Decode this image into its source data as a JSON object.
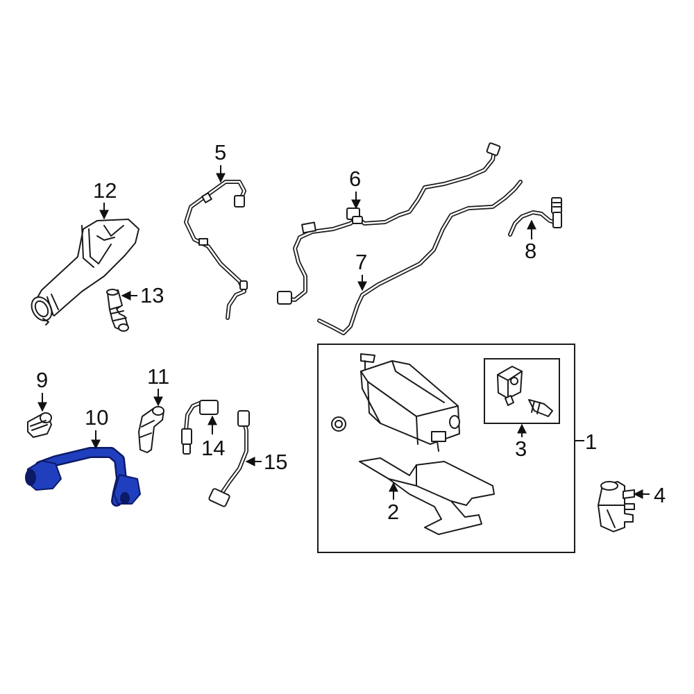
{
  "diagram": {
    "highlight_color": "#1f3fbf",
    "outline_color": "#1a1a1a",
    "callouts": {
      "c1": "1",
      "c2": "2",
      "c3": "3",
      "c4": "4",
      "c5": "5",
      "c6": "6",
      "c7": "7",
      "c8": "8",
      "c9": "9",
      "c10": "10",
      "c11": "11",
      "c12": "12",
      "c13": "13",
      "c14": "14",
      "c15": "15"
    },
    "highlighted_part": "10"
  }
}
